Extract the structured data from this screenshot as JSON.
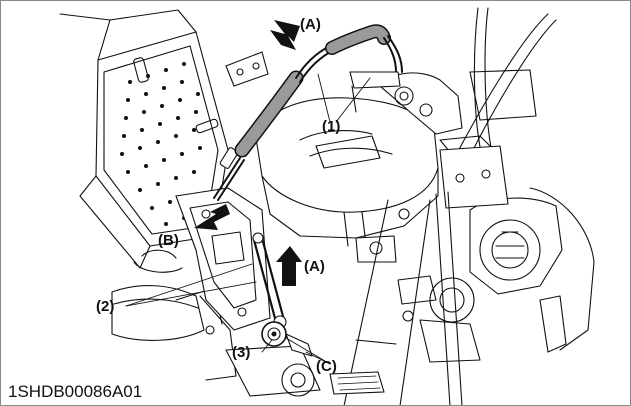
{
  "figure": {
    "callouts": {
      "a_top": "(A)",
      "a_mid": "(A)",
      "b": "(B)",
      "c": "(C)",
      "one": "(1)",
      "two": "(2)",
      "three": "(3)"
    },
    "figure_id": "1SHDB00086A01"
  }
}
